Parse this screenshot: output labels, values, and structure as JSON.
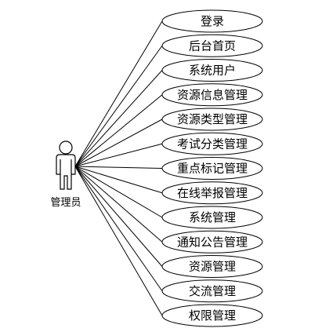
{
  "actor": {
    "label": "管理员"
  },
  "use_cases": [
    {
      "label": "登录"
    },
    {
      "label": "后台首页"
    },
    {
      "label": "系统用户"
    },
    {
      "label": "资源信息管理"
    },
    {
      "label": "资源类型管理"
    },
    {
      "label": "考试分类管理"
    },
    {
      "label": "重点标记管理"
    },
    {
      "label": "在线举报管理"
    },
    {
      "label": "系统管理"
    },
    {
      "label": "通知公告管理"
    },
    {
      "label": "资源管理"
    },
    {
      "label": "交流管理"
    },
    {
      "label": "权限管理"
    }
  ]
}
